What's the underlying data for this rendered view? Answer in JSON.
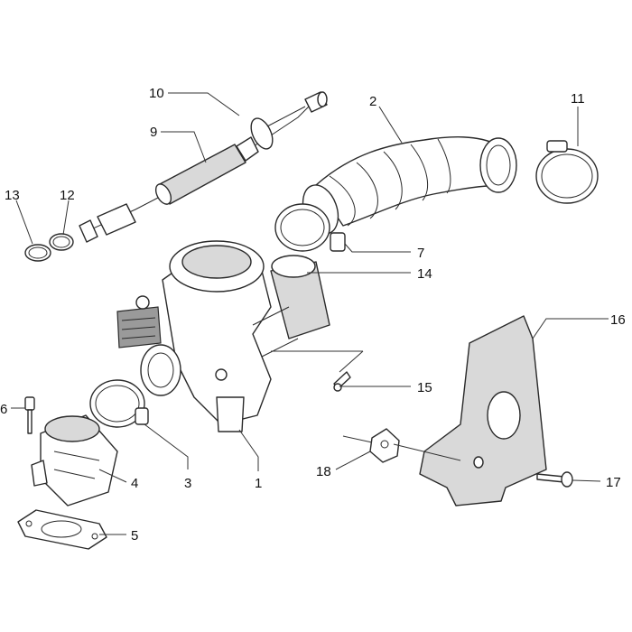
{
  "callouts": [
    {
      "id": "1",
      "label": "1"
    },
    {
      "id": "2",
      "label": "2"
    },
    {
      "id": "3",
      "label": "3"
    },
    {
      "id": "4",
      "label": "4"
    },
    {
      "id": "5",
      "label": "5"
    },
    {
      "id": "6",
      "label": "6"
    },
    {
      "id": "7",
      "label": "7"
    },
    {
      "id": "9",
      "label": "9"
    },
    {
      "id": "10",
      "label": "10"
    },
    {
      "id": "11",
      "label": "11"
    },
    {
      "id": "12",
      "label": "12"
    },
    {
      "id": "13",
      "label": "13"
    },
    {
      "id": "14",
      "label": "14"
    },
    {
      "id": "15",
      "label": "15"
    },
    {
      "id": "16",
      "label": "16"
    },
    {
      "id": "17",
      "label": "17"
    },
    {
      "id": "18",
      "label": "18"
    }
  ],
  "colors": {
    "line": "#2a2a2a",
    "shade": "#d9d9d9",
    "background": "#ffffff"
  }
}
